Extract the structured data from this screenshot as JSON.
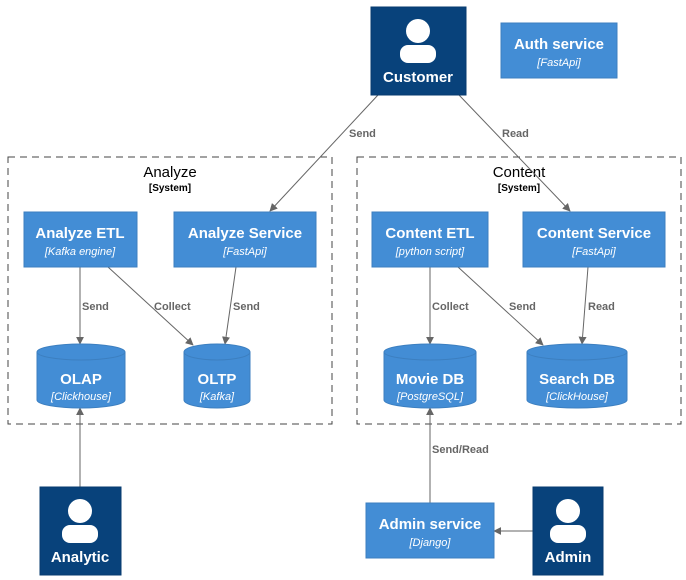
{
  "colors": {
    "person": "#08427b",
    "container": "#438dd5",
    "container_border": "#3c7fc0",
    "edge": "#666666",
    "boundary": "#444444"
  },
  "persons": {
    "customer": {
      "label": "Customer",
      "icon": "person-icon"
    },
    "analytic": {
      "label": "Analytic",
      "icon": "person-icon"
    },
    "admin": {
      "label": "Admin",
      "icon": "person-icon"
    }
  },
  "boundaries": {
    "analyze": {
      "title": "Analyze",
      "type": "[System]"
    },
    "content": {
      "title": "Content",
      "type": "[System]"
    }
  },
  "containers": {
    "auth_service": {
      "title": "Auth service",
      "tech": "[FastApi]"
    },
    "analyze_etl": {
      "title": "Analyze ETL",
      "tech": "[Kafka engine]"
    },
    "analyze_service": {
      "title": "Analyze Service",
      "tech": "[FastApi]"
    },
    "content_etl": {
      "title": "Content ETL",
      "tech": "[python script]"
    },
    "content_service": {
      "title": "Content Service",
      "tech": "[FastApi]"
    },
    "admin_service": {
      "title": "Admin service",
      "tech": "[Django]"
    }
  },
  "databases": {
    "olap": {
      "title": "OLAP",
      "tech": "[Clickhouse]"
    },
    "oltp": {
      "title": "OLTP",
      "tech": "[Kafka]"
    },
    "movie_db": {
      "title": "Movie DB",
      "tech": "[PostgreSQL]"
    },
    "search_db": {
      "title": "Search DB",
      "tech": "[ClickHouse]"
    }
  },
  "edges": {
    "customer_analyze": "Send",
    "customer_content": "Read",
    "etl_olap": "Send",
    "etl_oltp": "Collect",
    "service_oltp": "Send",
    "contentetl_movie": "Collect",
    "contentetl_search": "Send",
    "contentservice_search": "Read",
    "admin_movie": "Send/Read"
  }
}
